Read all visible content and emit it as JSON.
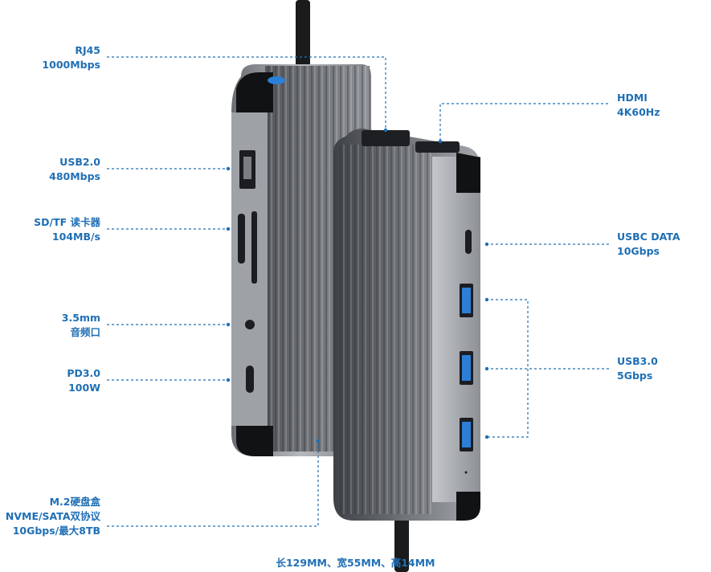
{
  "labels_left": [
    {
      "id": "rj45",
      "lines": [
        "RJ45",
        "1000Mbps"
      ]
    },
    {
      "id": "usb2",
      "lines": [
        "USB2.0",
        "480Mbps"
      ]
    },
    {
      "id": "sdtf",
      "lines": [
        "SD/TF 读卡器",
        "104MB/s"
      ]
    },
    {
      "id": "audio",
      "lines": [
        "3.5mm",
        "音频口"
      ]
    },
    {
      "id": "pd",
      "lines": [
        "PD3.0",
        "100W"
      ]
    },
    {
      "id": "m2",
      "lines": [
        "M.2硬盘盒",
        "NVME/SATA双协议",
        "10Gbps/最大8TB"
      ]
    }
  ],
  "labels_right": [
    {
      "id": "hdmi",
      "lines": [
        "HDMI",
        "4K60Hz"
      ]
    },
    {
      "id": "usbc",
      "lines": [
        "USBC DATA",
        "10Gbps"
      ]
    },
    {
      "id": "usb3",
      "lines": [
        "USB3.0",
        "5Gbps"
      ]
    }
  ],
  "caption": "长129MM、宽55MM、高14MM",
  "colors": {
    "accent": "#1f6fb5",
    "body": "#8a8d93",
    "body_dark": "#3a3d42",
    "port_blue": "#2c7fd6"
  }
}
